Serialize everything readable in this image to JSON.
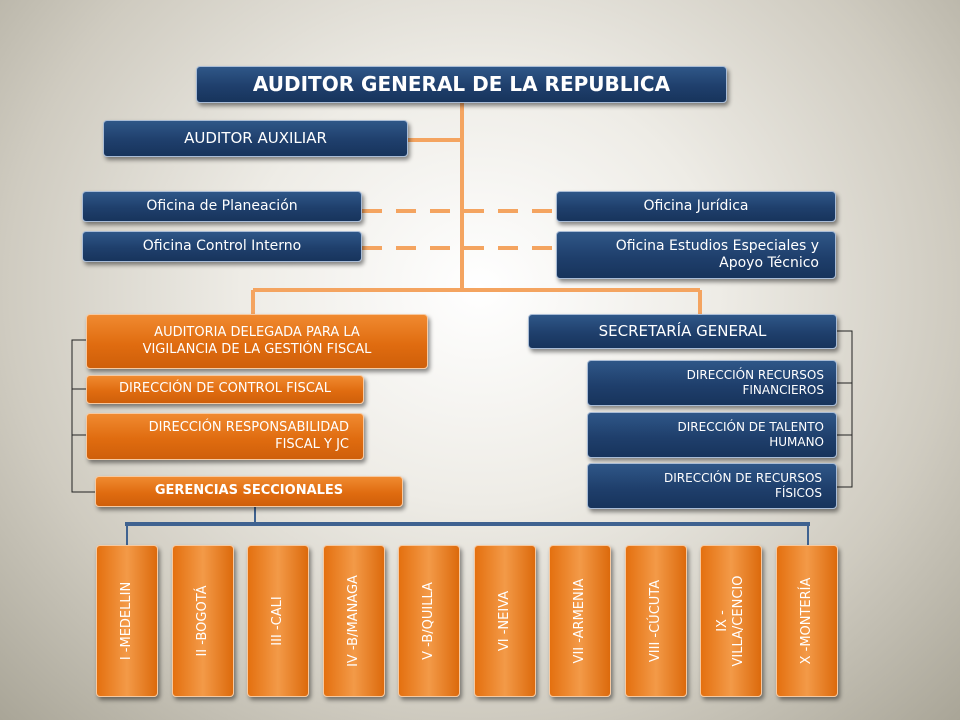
{
  "root": "AUDITOR GENERAL DE LA REPUBLICA",
  "auxiliar": "AUDITOR AUXILIAR",
  "offices": {
    "planeacion": "Oficina de Planeación",
    "control_interno": "Oficina Control Interno",
    "juridica": "Oficina Jurídica",
    "estudios_line1": "Oficina Estudios Especiales y",
    "estudios_line2": "Apoyo Técnico"
  },
  "left_branch": {
    "delegada_line1": "AUDITORIA DELEGADA PARA LA",
    "delegada_line2": "VIGILANCIA DE LA GESTIÓN FISCAL",
    "control_fiscal": "DIRECCIÓN DE CONTROL FISCAL",
    "responsabilidad_line1": "DIRECCIÓN RESPONSABILIDAD",
    "responsabilidad_line2": "FISCAL Y JC",
    "gerencias": "GERENCIAS SECCIONALES"
  },
  "right_branch": {
    "secretaria": "SECRETARÍA GENERAL",
    "financieros_line1": "DIRECCIÓN RECURSOS",
    "financieros_line2": "FINANCIEROS",
    "talento_line1": "DIRECCIÓN DE TALENTO",
    "talento_line2": "HUMANO",
    "fisicos_line1": "DIRECCIÓN DE RECURSOS",
    "fisicos_line2": "FÍSICOS"
  },
  "seccionales": [
    "I -MEDELLIN",
    "II -BOGOTÁ",
    "III -CALI",
    "IV -B/MANAGA",
    "V -B/QUILLA",
    "VI -NEIVA",
    "VII -ARMENIA",
    "VIII -CÚCUTA",
    "IX -",
    "VILLA/CENCIO",
    "X -MONTERÍA"
  ],
  "colors": {
    "navy": "#1f3f6c",
    "orange": "#e06c10",
    "connector": "#f4a460",
    "bracket": "#222222",
    "bus": "#3f6290"
  }
}
